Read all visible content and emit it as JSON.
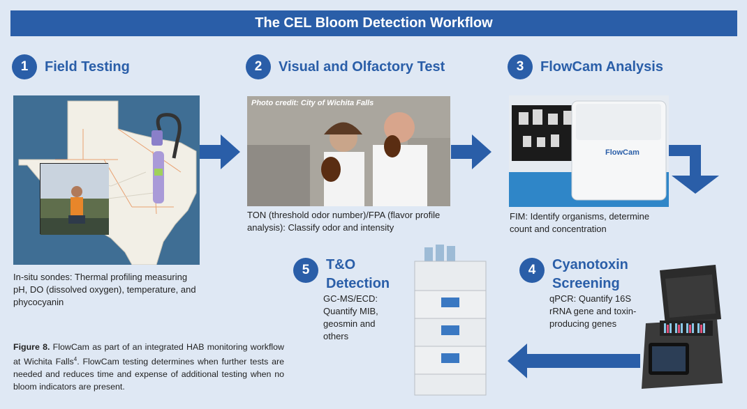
{
  "banner_title": "The CEL Bloom Detection Workflow",
  "steps": [
    {
      "number": "1",
      "title": "Field Testing",
      "caption": "In-situ sondes: Thermal profiling measuring pH, DO (dissolved oxygen), temperature, and phycocyanin"
    },
    {
      "number": "2",
      "title": "Visual and Olfactory Test",
      "caption": "TON (threshold odor number)/FPA (flavor profile analysis): Classify odor and intensity",
      "photo_credit": "Photo credit: City of Wichita Falls"
    },
    {
      "number": "3",
      "title": "FlowCam Analysis",
      "caption": "FIM: Identify organisms, determine count and concentration",
      "device_label": "FlowCam"
    },
    {
      "number": "4",
      "title_line1": "Cyanotoxin",
      "title_line2": "Screening",
      "caption": "qPCR: Quantify 16S rRNA gene and toxin-producing genes"
    },
    {
      "number": "5",
      "title_line1": "T&O",
      "title_line2": "Detection",
      "caption": "GC-MS/ECD: Quantify MIB, geosmin and others"
    }
  ],
  "figure_caption": {
    "label": "Figure 8.",
    "text_before_sup": " FlowCam as part of an integrated HAB monitoring workflow at Wichita Falls",
    "superscript": "4",
    "text_after_sup": ". FlowCam testing determines when further tests are needed and reduces time and expense of additional testing when no bloom indicators are present."
  },
  "colors": {
    "accent": "#2a5ea8",
    "background": "#dfe8f4",
    "map_water": "#3f6e94",
    "map_land": "#f2efe6"
  }
}
